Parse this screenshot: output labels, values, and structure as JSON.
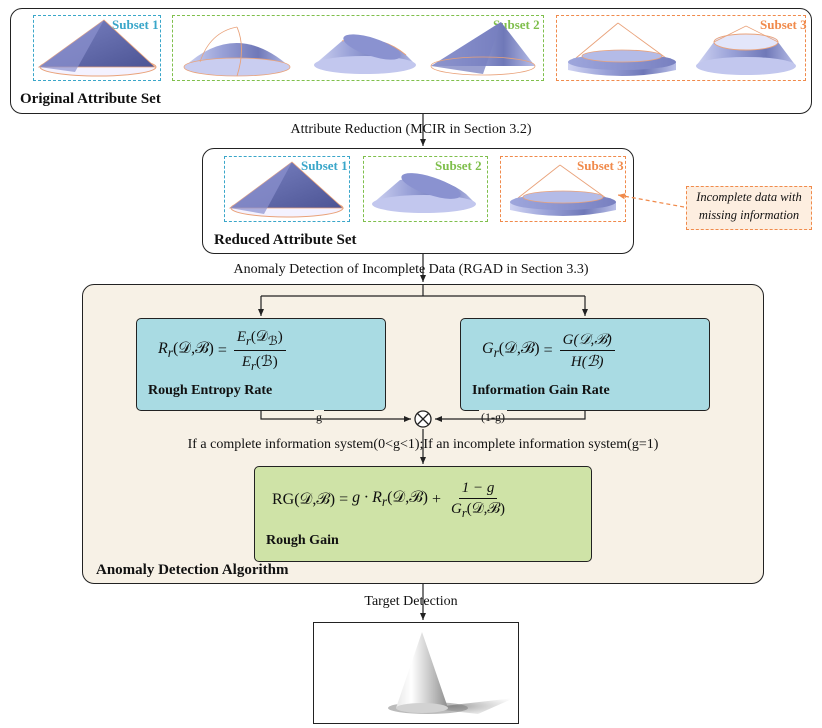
{
  "colors": {
    "subset1": "#3aa6c9",
    "subset2": "#7fbf4c",
    "subset3": "#f08a4b",
    "algorithm_bg": "#f7f1e6",
    "formula_blue": "#a9dbe3",
    "formula_green": "#cfe3a7",
    "note_bg": "#fdeee0"
  },
  "original": {
    "title": "Original Attribute Set",
    "subsets": [
      "Subset 1",
      "Subset 2",
      "Subset 3"
    ]
  },
  "step1": "Attribute Reduction (MCIR in Section 3.2)",
  "reduced": {
    "title": "Reduced Attribute Set",
    "subsets": [
      "Subset 1",
      "Subset 2",
      "Subset 3"
    ],
    "note_line1": "Incomplete data with",
    "note_line2": "missing information"
  },
  "step2": "Anomaly Detection of Incomplete Data (RGAD in Section 3.3)",
  "algorithm": {
    "title": "Anomaly Detection Algorithm",
    "entropy": {
      "title": "Rough Entropy Rate",
      "lhs": "R",
      "lhs_sub": "r",
      "args": "(𝒟,ℬ)",
      "eq": "=",
      "num": "E",
      "num_sub": "r",
      "num_args": "(𝒟",
      "num_args_sub": "ℬ",
      "num_close": ")",
      "den": "E",
      "den_sub": "r",
      "den_args": "(ℬ)"
    },
    "gain_rate": {
      "title": "Information Gain Rate",
      "lhs": "G",
      "lhs_sub": "r",
      "args": "(𝒟,ℬ)",
      "eq": "=",
      "num": "G(𝒟,ℬ)",
      "den": "H(ℬ)"
    },
    "weight_left": "g",
    "weight_right": "(1-g)",
    "condition": "If a complete information system(0<g<1);If an incomplete information system(g=1)",
    "rough_gain": {
      "title": "Rough Gain",
      "lhs": "RG(𝒟,ℬ)",
      "eq": "=",
      "term1": "g · R",
      "term1_sub": "r",
      "term1_args": "(𝒟,ℬ)",
      "plus": "+",
      "num": "1 − g",
      "den": "G",
      "den_sub": "r",
      "den_args": "(𝒟,ℬ)"
    }
  },
  "step3": "Target Detection"
}
